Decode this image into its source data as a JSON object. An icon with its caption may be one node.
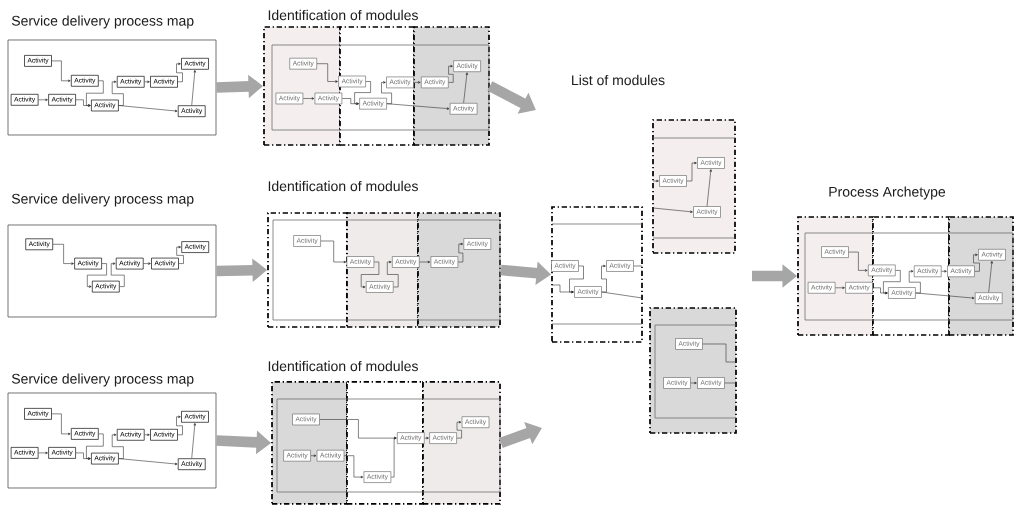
{
  "diagram": {
    "nodes": [
      {
        "text": [
          "Service delivery process map"
        ]
      },
      {
        "text": [
          "Activity"
        ],
        "in": 0
      },
      {
        "text": [
          "Activity"
        ],
        "in": 0
      },
      {
        "text": [
          "Activity"
        ],
        "in": 0
      },
      {
        "text": [
          "Activity"
        ],
        "in": 0
      },
      {
        "text": [
          "Activity"
        ],
        "in": 0
      },
      {
        "text": [
          "Activity"
        ],
        "in": 0
      },
      {
        "text": [
          "Activity"
        ],
        "in": 0
      },
      {
        "text": [
          "Activity"
        ],
        "in": 0
      },
      {
        "text": [
          "Activity"
        ],
        "in": 0
      },
      {
        "text": [],
        "shape": "box"
      },
      {
        "text": [],
        "shape": "box"
      },
      {
        "text": [],
        "shape": "box"
      },
      {
        "text": [
          "Activity"
        ],
        "in": 10
      },
      {
        "text": [
          "Activity"
        ],
        "in": 11
      },
      {
        "text": [
          "Activity"
        ],
        "in": 10
      },
      {
        "text": [
          "Activity"
        ],
        "in": 10
      },
      {
        "text": [
          "Activity"
        ],
        "in": 11
      },
      {
        "text": [
          "Activity"
        ],
        "in": 11
      },
      {
        "text": [
          "Activity"
        ],
        "in": 12
      },
      {
        "text": [
          "Activity"
        ],
        "in": 12
      },
      {
        "text": [
          "Activity"
        ],
        "in": 12
      },
      {
        "text": [
          "Service delivery process map"
        ]
      },
      {
        "text": [
          "Activity"
        ],
        "in": 22
      },
      {
        "text": [
          "Activity"
        ],
        "in": 22
      },
      {
        "text": [
          "Activity"
        ],
        "in": 22
      },
      {
        "text": [
          "Activity"
        ],
        "in": 22
      },
      {
        "text": [
          "Activity"
        ],
        "in": 22
      },
      {
        "text": [
          "Activity"
        ],
        "in": 22
      },
      {
        "text": [],
        "shape": "box"
      },
      {
        "text": [],
        "shape": "box"
      },
      {
        "text": [],
        "shape": "box"
      },
      {
        "text": [
          "Activity"
        ],
        "in": 29
      },
      {
        "text": [
          "Activity"
        ],
        "in": 30
      },
      {
        "text": [
          "Activity"
        ],
        "in": 30
      },
      {
        "text": [
          "Activity"
        ],
        "in": 30
      },
      {
        "text": [
          "Activity"
        ],
        "in": 31
      },
      {
        "text": [
          "Activity"
        ],
        "in": 31
      },
      {
        "text": [
          "Service delivery process map"
        ]
      },
      {
        "text": [
          "Activity"
        ],
        "in": 38
      },
      {
        "text": [
          "Activity"
        ],
        "in": 38
      },
      {
        "text": [
          "Activity"
        ],
        "in": 38
      },
      {
        "text": [
          "Activity"
        ],
        "in": 38
      },
      {
        "text": [
          "Activity"
        ],
        "in": 38
      },
      {
        "text": [
          "Activity"
        ],
        "in": 38
      },
      {
        "text": [
          "Activity"
        ],
        "in": 38
      },
      {
        "text": [
          "Activity"
        ],
        "in": 38
      },
      {
        "text": [
          "Activity"
        ],
        "in": 38
      },
      {
        "text": [],
        "shape": "box"
      },
      {
        "text": [],
        "shape": "box"
      },
      {
        "text": [],
        "shape": "box"
      },
      {
        "text": [
          "Activity"
        ],
        "in": 48
      },
      {
        "text": [
          "Activity"
        ],
        "in": 48
      },
      {
        "text": [
          "Activity"
        ],
        "in": 48
      },
      {
        "text": [
          "Activity"
        ],
        "in": 49
      },
      {
        "text": [
          "Activity"
        ],
        "in": 49
      },
      {
        "text": [
          "Activity"
        ],
        "in": 50
      },
      {
        "text": [
          "Activity"
        ],
        "in": 50
      },
      {
        "text": [],
        "shape": "box"
      },
      {
        "text": [
          "Activity"
        ],
        "in": 58
      },
      {
        "text": [
          "Activity"
        ],
        "in": 58
      },
      {
        "text": [
          "Activity"
        ],
        "in": 58
      },
      {
        "text": [],
        "shape": "box"
      },
      {
        "text": [
          "Activity"
        ],
        "in": 62
      },
      {
        "text": [
          "Activity"
        ],
        "in": 62
      },
      {
        "text": [
          "Activity"
        ],
        "in": 62
      },
      {
        "text": [],
        "shape": "box"
      },
      {
        "text": [
          "Activity"
        ],
        "in": 66
      },
      {
        "text": [
          "Activity"
        ],
        "in": 66
      },
      {
        "text": [
          "Activity"
        ],
        "in": 66
      },
      {
        "text": [],
        "shape": "box"
      },
      {
        "text": [],
        "shape": "box"
      },
      {
        "text": [],
        "shape": "box"
      },
      {
        "text": [
          "Activity"
        ],
        "in": 70
      },
      {
        "text": [
          "Activity"
        ],
        "in": 71
      },
      {
        "text": [
          "Activity"
        ],
        "in": 70
      },
      {
        "text": [
          "Activity"
        ],
        "in": 70
      },
      {
        "text": [
          "Activity"
        ],
        "in": 71
      },
      {
        "text": [
          "Activity"
        ],
        "in": 71
      },
      {
        "text": [
          "Activity"
        ],
        "in": 72
      },
      {
        "text": [
          "Activity"
        ],
        "in": 72
      },
      {
        "text": [
          "Activity"
        ],
        "in": 72
      }
    ],
    "edges": [
      {
        "from": 1,
        "to": 2,
        "arrow": "to"
      },
      {
        "from": 3,
        "to": 4,
        "arrow": "to"
      },
      {
        "from": 4,
        "to": 5,
        "arrow": "to"
      },
      {
        "from": 2,
        "to": 5,
        "arrow": "to"
      },
      {
        "from": 5,
        "to": 6,
        "arrow": "to"
      },
      {
        "from": 6,
        "to": 7,
        "arrow": "to"
      },
      {
        "from": 7,
        "to": 8,
        "arrow": "to"
      },
      {
        "from": 5,
        "to": 9,
        "arrow": "to"
      },
      {
        "from": 9,
        "to": 8,
        "arrow": "to"
      },
      {
        "from": 13,
        "to": 14,
        "arrow": "to"
      },
      {
        "from": 15,
        "to": 16,
        "arrow": "to"
      },
      {
        "from": 16,
        "to": 17,
        "arrow": "to"
      },
      {
        "from": 14,
        "to": 17,
        "arrow": "to"
      },
      {
        "from": 17,
        "to": 18,
        "arrow": "to"
      },
      {
        "from": 18,
        "to": 19,
        "arrow": "to"
      },
      {
        "from": 19,
        "to": 20,
        "arrow": "to"
      },
      {
        "from": 17,
        "to": 21,
        "arrow": "to"
      },
      {
        "from": 21,
        "to": 20,
        "arrow": "to"
      },
      {
        "from": 23,
        "to": 24,
        "arrow": "to"
      },
      {
        "from": 24,
        "to": 25,
        "arrow": "to"
      },
      {
        "from": 25,
        "to": 26,
        "arrow": "to"
      },
      {
        "from": 26,
        "to": 27,
        "arrow": "to"
      },
      {
        "from": 27,
        "to": 28,
        "arrow": "to"
      },
      {
        "from": 32,
        "to": 33,
        "arrow": "to"
      },
      {
        "from": 33,
        "to": 34,
        "arrow": "to"
      },
      {
        "from": 34,
        "to": 35,
        "arrow": "to"
      },
      {
        "from": 35,
        "to": 36,
        "arrow": "to"
      },
      {
        "from": 36,
        "to": 37,
        "arrow": "to"
      },
      {
        "from": 39,
        "to": 40,
        "arrow": "to"
      },
      {
        "from": 41,
        "to": 42,
        "arrow": "to"
      },
      {
        "from": 42,
        "to": 43,
        "arrow": "to"
      },
      {
        "from": 40,
        "to": 43,
        "arrow": "to"
      },
      {
        "from": 43,
        "to": 44,
        "arrow": "to"
      },
      {
        "from": 44,
        "to": 45,
        "arrow": "to"
      },
      {
        "from": 45,
        "to": 46,
        "arrow": "to"
      },
      {
        "from": 43,
        "to": 47,
        "arrow": "to"
      },
      {
        "from": 47,
        "to": 46,
        "arrow": "to"
      },
      {
        "from": 51,
        "to": 55,
        "arrow": "to"
      },
      {
        "from": 52,
        "to": 53,
        "arrow": "to"
      },
      {
        "from": 53,
        "to": 54,
        "arrow": "to"
      },
      {
        "from": 54,
        "to": 55,
        "arrow": "to"
      },
      {
        "from": 55,
        "to": 56,
        "arrow": "to"
      },
      {
        "from": 56,
        "to": 57,
        "arrow": "to"
      },
      {
        "from": null,
        "to": 59,
        "arrow": "to"
      },
      {
        "from": 59,
        "to": 60,
        "arrow": "to"
      },
      {
        "from": null,
        "to": 61,
        "arrow": "to"
      },
      {
        "from": 61,
        "to": 60,
        "arrow": "to"
      },
      {
        "from": null,
        "to": 64,
        "arrow": "to"
      },
      {
        "from": 63,
        "to": 64,
        "arrow": "to"
      },
      {
        "from": 64,
        "to": 65,
        "arrow": "to"
      },
      {
        "from": 64,
        "to": null,
        "arrow": "none"
      },
      {
        "from": 65,
        "to": null,
        "arrow": "none"
      },
      {
        "from": 68,
        "to": 69,
        "arrow": "to"
      },
      {
        "from": 67,
        "to": 66,
        "arrow": "none"
      },
      {
        "from": 69,
        "to": 66,
        "arrow": "none"
      },
      {
        "from": 73,
        "to": 74,
        "arrow": "to"
      },
      {
        "from": 75,
        "to": 76,
        "arrow": "to"
      },
      {
        "from": 76,
        "to": 77,
        "arrow": "to"
      },
      {
        "from": 74,
        "to": 77,
        "arrow": "to"
      },
      {
        "from": 77,
        "to": 78,
        "arrow": "to"
      },
      {
        "from": 78,
        "to": 79,
        "arrow": "to"
      },
      {
        "from": 79,
        "to": 80,
        "arrow": "to"
      },
      {
        "from": 77,
        "to": 81,
        "arrow": "to"
      },
      {
        "from": 81,
        "to": 80,
        "arrow": "to"
      },
      {
        "from": 0,
        "to": 10,
        "arrow": "to",
        "style": "thick",
        "color": "#a6a6a6"
      },
      {
        "from": 22,
        "to": 29,
        "arrow": "to",
        "style": "thick",
        "color": "#a6a6a6"
      },
      {
        "from": 38,
        "to": 48,
        "arrow": "to",
        "style": "thick",
        "color": "#a6a6a6"
      },
      {
        "from": 12,
        "to": null,
        "arrow": "to",
        "style": "thick",
        "color": "#a6a6a6"
      },
      {
        "from": 31,
        "to": 62,
        "arrow": "to",
        "style": "thick",
        "color": "#a6a6a6"
      },
      {
        "from": 50,
        "to": null,
        "arrow": "to",
        "style": "thick",
        "color": "#a6a6a6"
      },
      {
        "from": null,
        "to": 70,
        "arrow": "to",
        "style": "thick",
        "color": "#a6a6a6"
      }
    ],
    "labels": [
      "Identification of modules",
      "List of modules",
      "Identification of modules",
      "Process Archetype",
      "Identification of modules"
    ]
  }
}
